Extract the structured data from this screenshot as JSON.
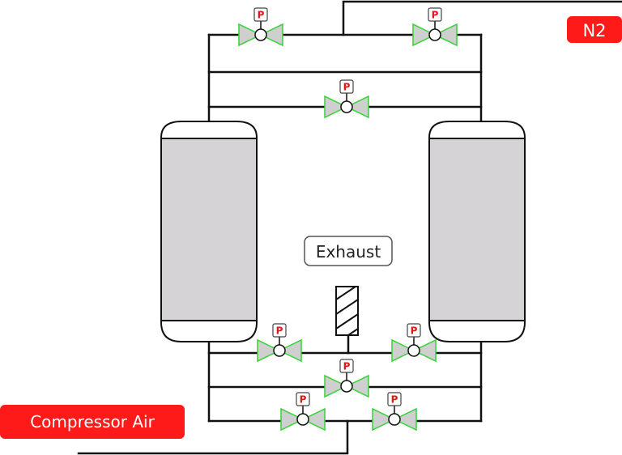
{
  "labels": {
    "n2": "N2",
    "compressor_air": "Compressor Air",
    "exhaust": "Exhaust",
    "valve_indicator": "P"
  },
  "colors": {
    "line": "#111111",
    "valve_fill": "#cfcfcf",
    "valve_outline": "#35d435",
    "vessel_fill": "#d6d3d6",
    "badge": "#ff1a1a",
    "indicator_text": "#e01818"
  },
  "icons": [
    "pneumatic-valve-icon",
    "muffler-filter-icon",
    "adsorption-vessel-icon"
  ]
}
